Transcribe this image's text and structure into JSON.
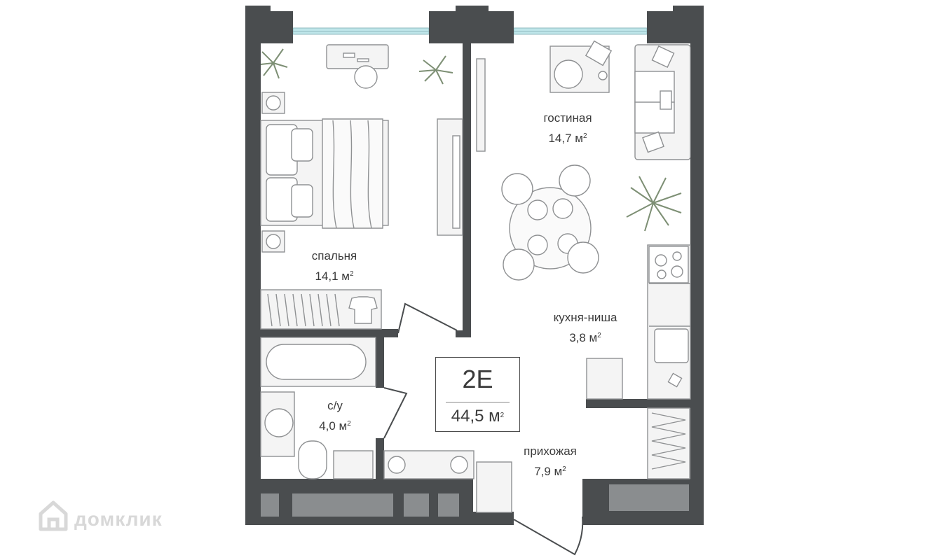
{
  "plan": {
    "apartment_code": "2E",
    "total_area": "44,5 м",
    "total_area_sup": "2"
  },
  "rooms": {
    "living": {
      "name": "гостиная",
      "area": "14,7 м",
      "sup": "2"
    },
    "bedroom": {
      "name": "спальня",
      "area": "14,1 м",
      "sup": "2"
    },
    "kitchen": {
      "name": "кухня-ниша",
      "area": "3,8 м",
      "sup": "2"
    },
    "bathroom": {
      "name": "с/у",
      "area": "4,0 м",
      "sup": "2"
    },
    "hallway": {
      "name": "прихожая",
      "area": "7,9 м",
      "sup": "2"
    }
  },
  "watermark": {
    "text": "домклик",
    "icon": "house-logo-icon"
  },
  "colors": {
    "wall": "#4a4d4f",
    "window": "#bfe6ea",
    "furniture_line": "#8f9193",
    "furniture_fill": "#f0f0f0",
    "plant": "#7d8f74",
    "text": "#3b3b3b",
    "watermark": "#d8d8d8"
  }
}
